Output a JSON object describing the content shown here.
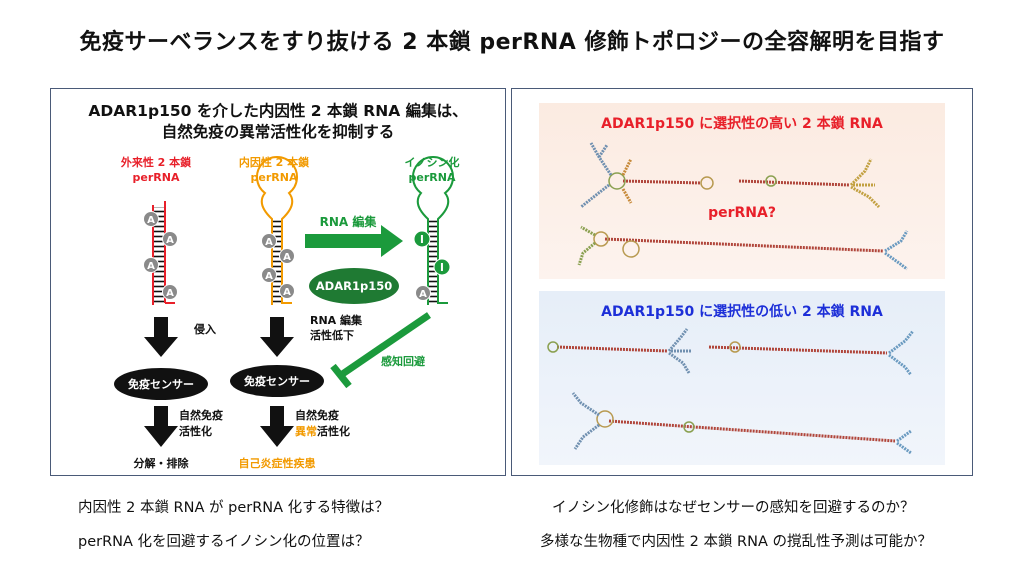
{
  "title": "免疫サーベランスをすり抜ける 2 本鎖 perRNA 修飾トポロジーの全容解明を目指す",
  "left_panel": {
    "heading_line1": "ADAR1p150 を介した内因性 2 本鎖 RNA 編集は、",
    "heading_line2": "自然免疫の異常活性化を抑制する",
    "col1_label_1": "外来性 2 本鎖",
    "col1_label_2": "perRNA",
    "col2_label_1": "内因性 2 本鎖",
    "col2_label_2": "perRNA",
    "col3_label_1": "イノシン化",
    "col3_label_2": "perRNA",
    "adenosine": "A",
    "inosine": "I",
    "rna_editing": "RNA 編集",
    "enzyme": "ADAR1p150",
    "invasion": "侵入",
    "editing_line1": "RNA 編集",
    "editing_line2": "活性低下",
    "evade": "感知回避",
    "sensor": "免疫センサー",
    "innate1_line1": "自然免疫",
    "innate1_line2": "活性化",
    "innate2_line1": "自然免疫",
    "innate2_line2a": "異常",
    "innate2_line2b": "活性化",
    "outcome1": "分解・排除",
    "outcome2": "自己炎症性疾患"
  },
  "right_panel": {
    "high_title": "ADAR1p150 に選択性の高い 2 本鎖 RNA",
    "question": "perRNA?",
    "low_title": "ADAR1p150 に選択性の低い 2 本鎖 RNA"
  },
  "questions": [
    "内因性 2 本鎖 RNA が perRNA 化する特徴は？",
    "イノシン化修飾はなぜセンサーの感知を回避するのか？",
    "perRNA 化を回避するイノシン化の位置は？",
    "多様な生物種で内因性 2 本鎖 RNA の撹乱性予測は可能か？"
  ],
  "colors": {
    "red": "#e8202a",
    "orange": "#f29a00",
    "green": "#1b9a3c",
    "dark_green": "#1f7a33",
    "blue": "#1d2fd8",
    "frame": "#4a5a78"
  }
}
